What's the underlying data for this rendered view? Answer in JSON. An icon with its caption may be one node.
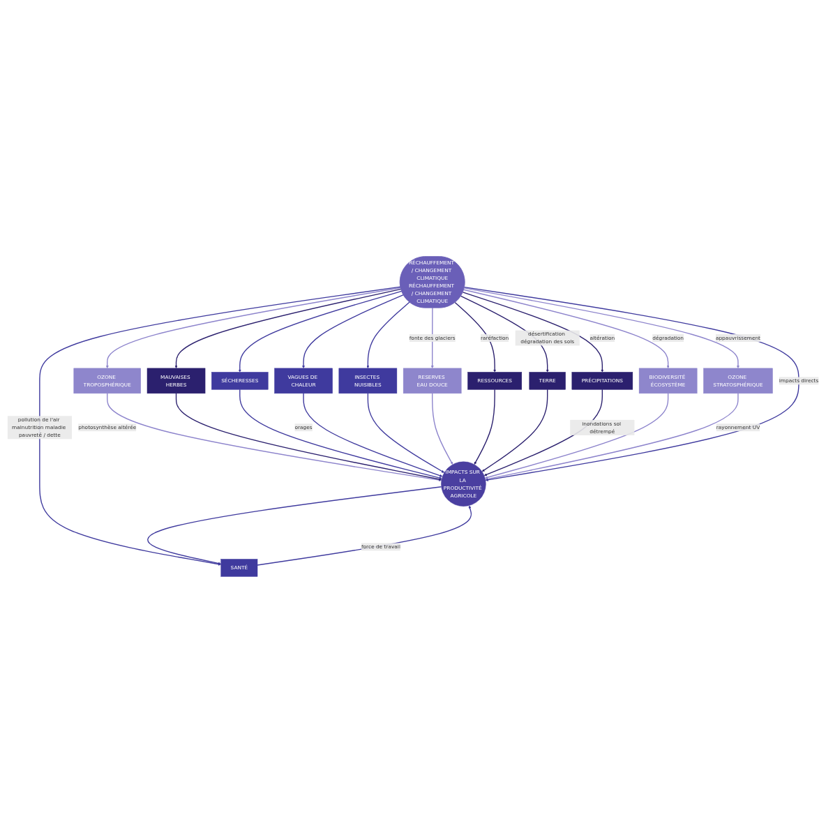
{
  "diagram": {
    "nodes": [
      {
        "text": [
          "RÉCHAUFFEMENT / CHANGEMENT CLIMATIQUE",
          "RÉCHAUFFEMENT / CHANGEMENT CLIMATIQUE"
        ]
      },
      {
        "text": [
          "OZONE TROPOSPHÉRIQUE"
        ]
      },
      {
        "text": [
          "MAUVAISES HERBES"
        ]
      },
      {
        "text": [
          "SÉCHERESSES"
        ]
      },
      {
        "text": [
          "VAGUES DE CHALEUR"
        ]
      },
      {
        "text": [
          "INSECTES NUISIBLES"
        ]
      },
      {
        "text": [
          "RESERVES EAU DOUCE"
        ]
      },
      {
        "text": [
          "RESSOURCES"
        ]
      },
      {
        "text": [
          "TERRE"
        ]
      },
      {
        "text": [
          "PRÉCIPITATIONS"
        ]
      },
      {
        "text": [
          "SANTÉ"
        ]
      },
      {
        "text": [
          "BIODIVERSITÉ ÉCOSYSTÈME"
        ]
      },
      {
        "text": [
          "OZONE STRATOSPHÉRIQUE"
        ]
      },
      {
        "text": [
          "IMPACTS SUR LA PRODUCTIVITÉ AGRICOLE"
        ]
      }
    ],
    "edges": [
      {
        "from": 0,
        "to": 1,
        "arrow": "to",
        "color": "#8d84cc"
      },
      {
        "from": 0,
        "to": 2,
        "arrow": "to",
        "color": "#2b206e"
      },
      {
        "from": 0,
        "to": 3,
        "arrow": "to"
      },
      {
        "from": 0,
        "to": 4,
        "arrow": "to"
      },
      {
        "from": 0,
        "to": 5,
        "arrow": "to"
      },
      {
        "from": 0,
        "to": 6,
        "label": "fonte des glaciers",
        "arrow": "to",
        "color": "#8d84cc"
      },
      {
        "from": 0,
        "to": 7,
        "label": "raréfaction",
        "arrow": "to",
        "color": "#2b206e"
      },
      {
        "from": 0,
        "to": 8,
        "label": "désertification dégradation des sols",
        "arrow": "to",
        "color": "#2b206e"
      },
      {
        "from": 0,
        "to": 9,
        "label": "altération",
        "arrow": "to",
        "color": "#2b206e"
      },
      {
        "from": 0,
        "to": 10,
        "label": "pollution de l'air malnutrition maladie pauvreté / dette",
        "arrow": "to"
      },
      {
        "from": 0,
        "to": 11,
        "label": "dégradation",
        "arrow": "to",
        "color": "#8d84cc"
      },
      {
        "from": 0,
        "to": 12,
        "label": "appauvrissement",
        "arrow": "to",
        "color": "#8d84cc"
      },
      {
        "from": 1,
        "to": 13,
        "label": "photosynthèse altérée",
        "arrow": "to",
        "color": "#8d84cc"
      },
      {
        "from": 2,
        "to": 13,
        "arrow": "to",
        "color": "#2b206e"
      },
      {
        "from": 3,
        "to": 13,
        "arrow": "to"
      },
      {
        "from": 4,
        "to": 13,
        "label": "orages",
        "arrow": "to"
      },
      {
        "from": 5,
        "to": 13,
        "arrow": "to"
      },
      {
        "from": 6,
        "to": 13,
        "arrow": "to",
        "color": "#8d84cc"
      },
      {
        "from": 7,
        "to": 13,
        "arrow": "to",
        "color": "#2b206e"
      },
      {
        "from": 8,
        "to": 13,
        "arrow": "to",
        "color": "#2b206e"
      },
      {
        "from": 9,
        "to": 13,
        "label": "inondations sol détrempé",
        "arrow": "to",
        "color": "#2b206e"
      },
      {
        "from": 10,
        "to": 13,
        "label": "force de travail",
        "arrow": "to"
      },
      {
        "from": 13,
        "to": 10,
        "arrow": "to"
      },
      {
        "from": 11,
        "to": 13,
        "arrow": "to",
        "color": "#8d84cc"
      },
      {
        "from": 12,
        "to": 13,
        "label": "rayonnement UV",
        "arrow": "to",
        "color": "#8d84cc"
      },
      {
        "from": 0,
        "to": 13,
        "label": "impacts directs",
        "arrow": "to"
      }
    ]
  }
}
